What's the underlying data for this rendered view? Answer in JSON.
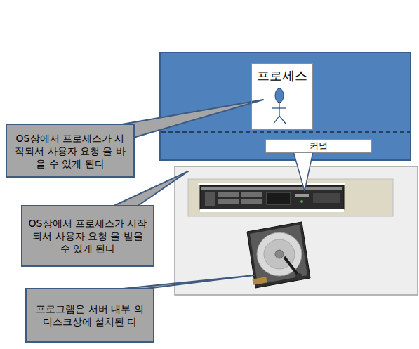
{
  "diagram": {
    "nodes": [
      {
        "text": [
          "프로세스"
        ]
      },
      {
        "text": [
          "OS상에서 프로세스가 시작되서 사용자 요청 을 바을 수 있게 된다"
        ]
      },
      {
        "text": [
          "커널"
        ]
      },
      {
        "text": [
          "OS상에서 프로세스가 시작되서 사용자 요청 을 받을 수 있게 된다"
        ]
      },
      {
        "text": [
          "프로그램은 서버 내부 의 디스크상에 설치된 다"
        ]
      }
    ]
  }
}
